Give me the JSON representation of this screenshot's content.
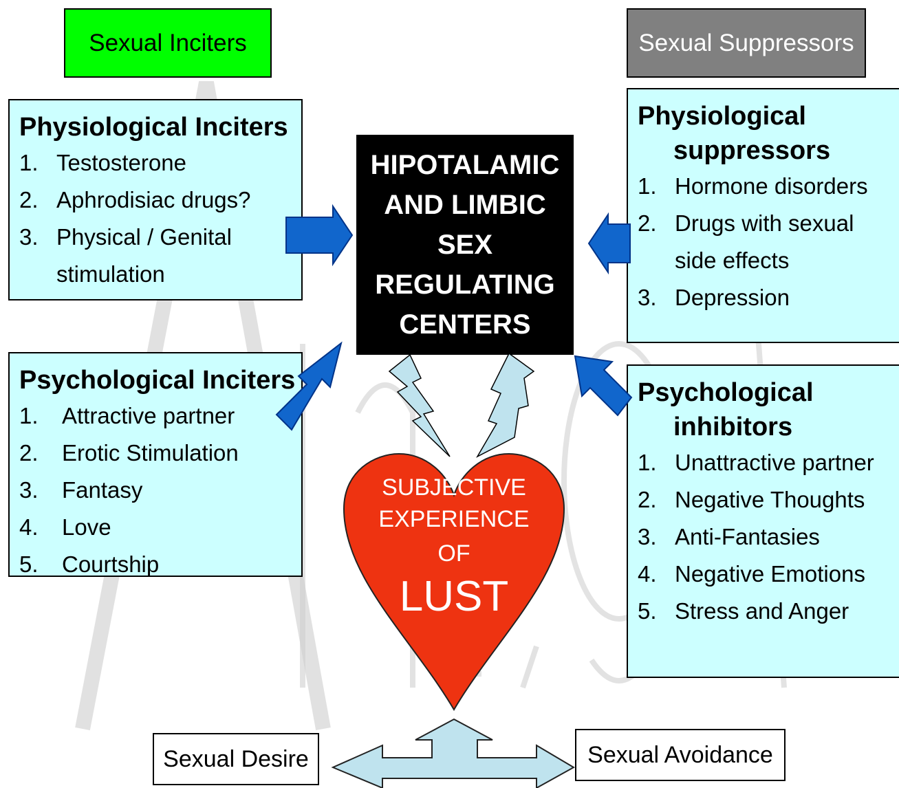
{
  "headers": {
    "inciters": "Sexual Inciters",
    "suppressors": "Sexual Suppressors"
  },
  "physiological_inciters": {
    "title": "Physiological Inciters",
    "items": [
      {
        "num": "1.",
        "text": "Testosterone"
      },
      {
        "num": "2.",
        "text": "Aphrodisiac drugs?"
      },
      {
        "num": "3.",
        "text": "Physical / Genital\nstimulation"
      }
    ]
  },
  "psychological_inciters": {
    "title": "Psychological Inciters",
    "items": [
      {
        "num": "1.",
        "text": "Attractive partner"
      },
      {
        "num": "2.",
        "text": "Erotic Stimulation"
      },
      {
        "num": "3.",
        "text": "Fantasy"
      },
      {
        "num": "4.",
        "text": "Love"
      },
      {
        "num": "5.",
        "text": "Courtship"
      }
    ]
  },
  "physiological_suppressors": {
    "title_line1": "Physiological",
    "title_line2": "suppressors",
    "items": [
      {
        "num": "1.",
        "text": "Hormone disorders"
      },
      {
        "num": "2.",
        "text": "Drugs with sexual\nside effects"
      },
      {
        "num": "3.",
        "text": "Depression"
      }
    ]
  },
  "psychological_inhibitors": {
    "title_line1": "Psychological",
    "title_line2": "inhibitors",
    "items": [
      {
        "num": "1.",
        "text": "Unattractive partner"
      },
      {
        "num": "2.",
        "text": "Negative Thoughts"
      },
      {
        "num": "3.",
        "text": "Anti-Fantasies"
      },
      {
        "num": "4.",
        "text": "Negative Emotions"
      },
      {
        "num": "5.",
        "text": "Stress and Anger"
      }
    ]
  },
  "center": {
    "lines": [
      "HIPOTALAMIC",
      "AND LIMBIC",
      "SEX",
      "REGULATING",
      "CENTERS"
    ]
  },
  "heart": {
    "line1": "SUBJECTIVE",
    "line2": "EXPERIENCE",
    "line3": "OF",
    "line4": "LUST"
  },
  "outcomes": {
    "desire": "Sexual Desire",
    "avoidance": "Sexual Avoidance"
  },
  "colors": {
    "inciters_header": "#00ff00",
    "suppressors_header": "#808080",
    "panel_fill": "#ccffff",
    "arrow_blue": "#1166cc",
    "heart_red": "#ee3311",
    "lightning": "#bfe3ee"
  }
}
